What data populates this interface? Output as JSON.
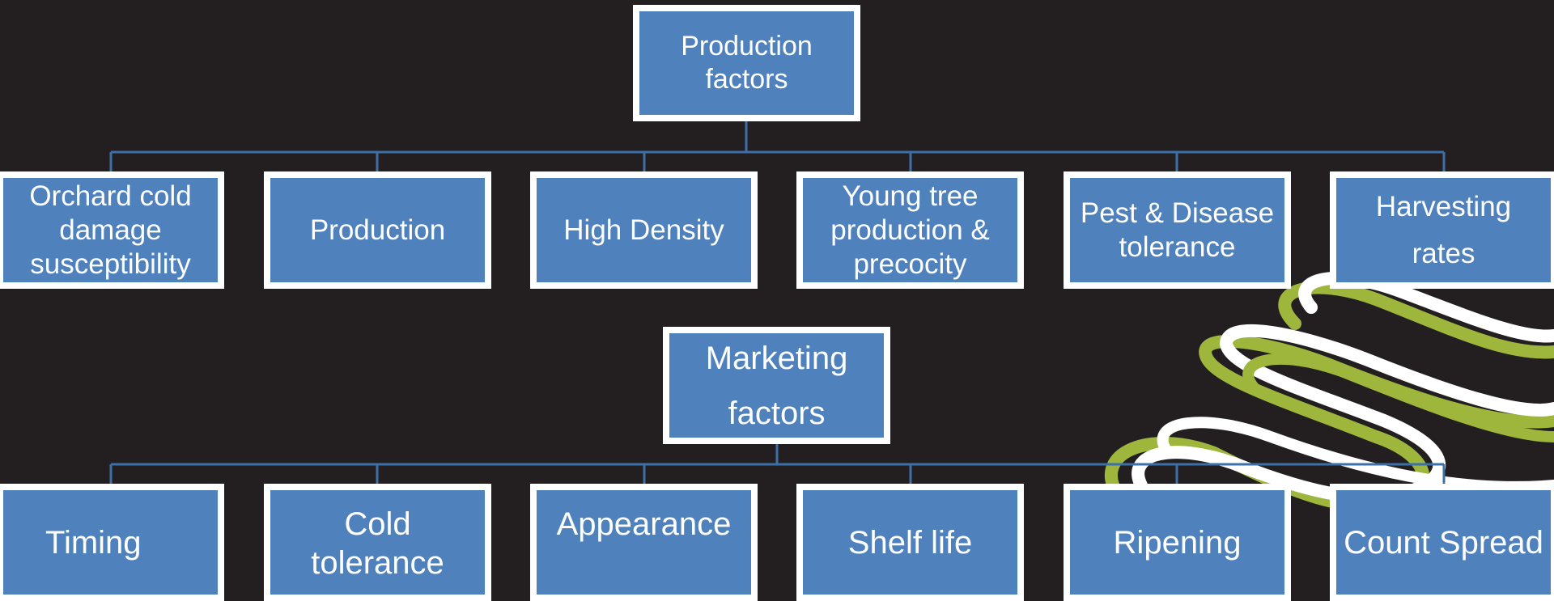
{
  "production": {
    "root": "Production factors",
    "children": [
      "Orchard cold damage susceptibility",
      "Production",
      "High Density",
      "Young tree production & precocity",
      "Pest & Disease tolerance",
      "Harvesting rates"
    ]
  },
  "marketing": {
    "root": "Marketing factors",
    "children": [
      "Timing",
      "Cold tolerance",
      "Appearance",
      "Shelf life",
      "Ripening",
      "Count Spread"
    ]
  },
  "colors": {
    "background": "#231f20",
    "box_fill": "#4f81bd",
    "box_border": "#ffffff",
    "connector": "#3d6fa8",
    "swirl_green": "#9db63b",
    "swirl_white": "#ffffff"
  }
}
